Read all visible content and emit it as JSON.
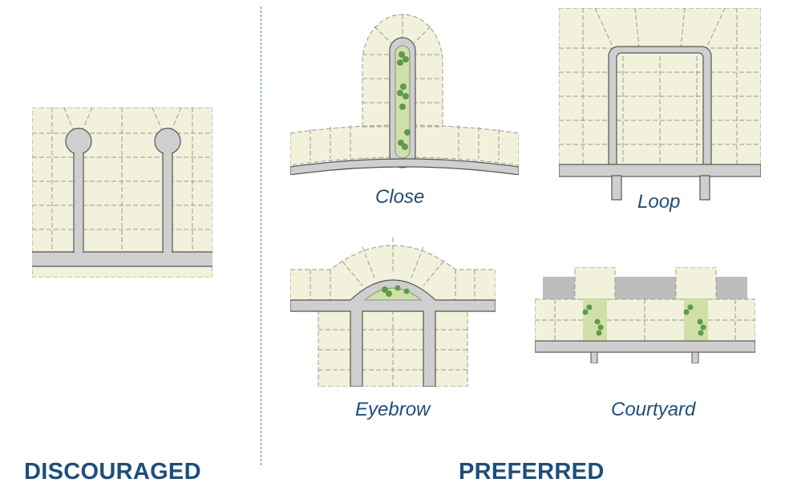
{
  "headings": {
    "discouraged": "DISCOURAGED",
    "preferred": "PREFERRED"
  },
  "captions": {
    "close": "Close",
    "loop": "Loop",
    "eyebrow": "Eyebrow",
    "courtyard": "Courtyard"
  },
  "colors": {
    "lot_fill": "#f2f2dc",
    "lot_line": "#9a9a88",
    "road": "#cfcfcf",
    "road_edge": "#555555",
    "green_space": "#cfe0a8",
    "tree": "#5e9a4a",
    "heading_text": "#1f4e7a",
    "divider": "#4f7fa8"
  }
}
